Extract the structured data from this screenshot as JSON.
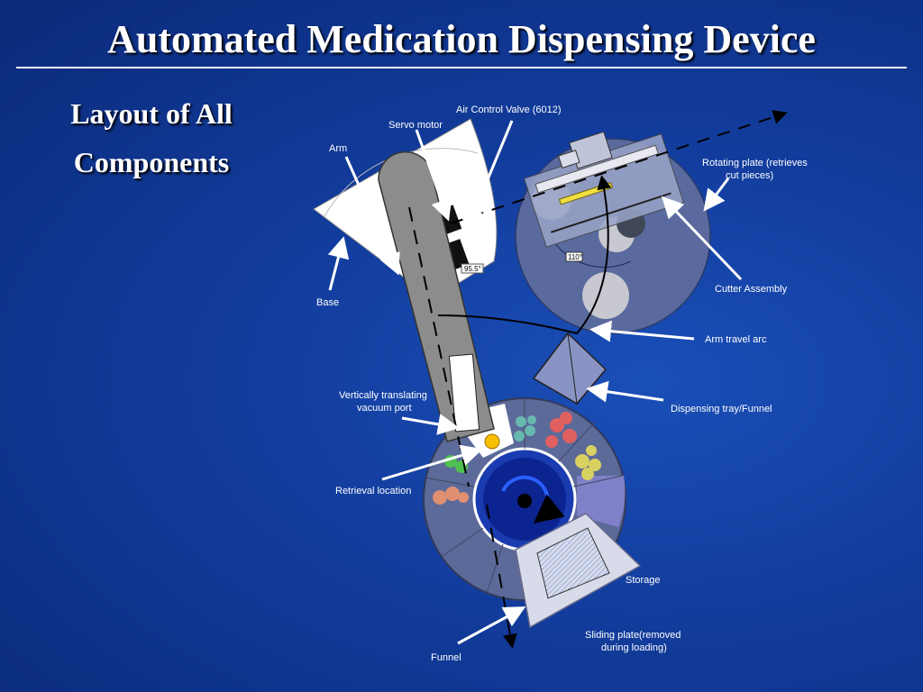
{
  "title": "Automated Medication Dispensing Device",
  "subtitle": {
    "line1": "Layout of All",
    "line2": "Components"
  },
  "labels": {
    "air_valve": "Air Control Valve (6012)",
    "servo": "Servo motor",
    "arm": "Arm",
    "base": "Base",
    "rotating_plate_1": "Rotating plate (retrieves",
    "rotating_plate_2": "cut pieces)",
    "cutter": "Cutter Assembly",
    "arm_arc": "Arm travel arc",
    "tray_funnel": "Dispensing tray/Funnel",
    "vacuum_1": "Vertically translating",
    "vacuum_2": "vacuum port",
    "retrieval": "Retrieval location",
    "storage": "Storage",
    "sliding_1": "Sliding plate(removed",
    "sliding_2": "during loading)",
    "funnel": "Funnel"
  },
  "angles": {
    "base_angle": "95.5°",
    "plate_angle": "110°"
  },
  "colors": {
    "background": "#123c9c",
    "arrow": "#ffffff",
    "storage_ring": "#5c6a9a"
  }
}
